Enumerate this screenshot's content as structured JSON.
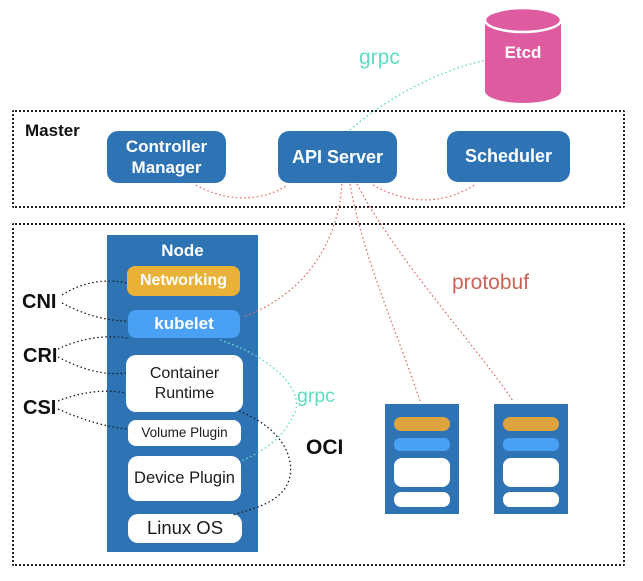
{
  "master": {
    "title": "Master",
    "components": [
      {
        "label": "Controller Manager"
      },
      {
        "label": "API Server"
      },
      {
        "label": "Scheduler"
      }
    ]
  },
  "etcd": {
    "label": "Etcd"
  },
  "node": {
    "title": "Node",
    "layers": [
      {
        "label": "Networking"
      },
      {
        "label": "kubelet"
      },
      {
        "label": "Container Runtime"
      },
      {
        "label": "Volume Plugin"
      },
      {
        "label": "Device Plugin"
      },
      {
        "label": "Linux OS"
      }
    ]
  },
  "interface_labels": {
    "cni": "CNI",
    "cri": "CRI",
    "csi": "CSI",
    "oci": "OCI"
  },
  "protocol_labels": {
    "grpc_etcd": "grpc",
    "grpc_runtime": "grpc",
    "protobuf": "protobuf"
  },
  "worker_nodes": {
    "count": 2
  },
  "colors": {
    "primary_blue": "#2e74b5",
    "light_blue": "#4aa0f5",
    "orange": "#e9b138",
    "bar_orange": "#dca33f",
    "pink": "#dd5b9e",
    "teal": "#5edcc2",
    "red_line": "#dd6a5f",
    "protobuf_text": "#cf6257",
    "border": "#222222"
  }
}
